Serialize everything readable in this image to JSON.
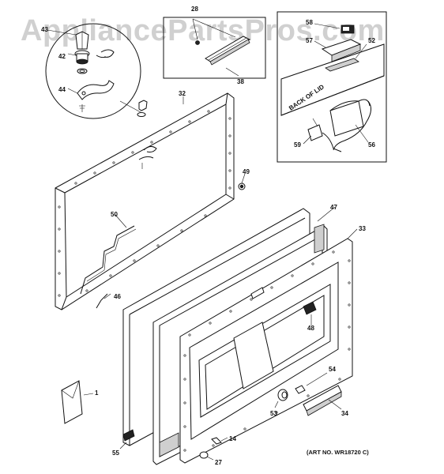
{
  "watermark": "AppliancePartsPros.com",
  "art_number": "(ART NO. WR18720 C)",
  "inset_back_of_lid_label": "BACK OF LID",
  "callouts": {
    "c1": "1",
    "c14": "14",
    "c27": "27",
    "c28": "28",
    "c32": "32",
    "c33": "33",
    "c34": "34",
    "c38": "38",
    "c42": "42",
    "c43": "43",
    "c44": "44",
    "c46": "46",
    "c47": "47",
    "c48": "48",
    "c49": "49",
    "c50": "50",
    "c52": "52",
    "c53": "53",
    "c54": "54",
    "c55": "55",
    "c56": "56",
    "c57": "57",
    "c58": "58",
    "c59": "59"
  }
}
